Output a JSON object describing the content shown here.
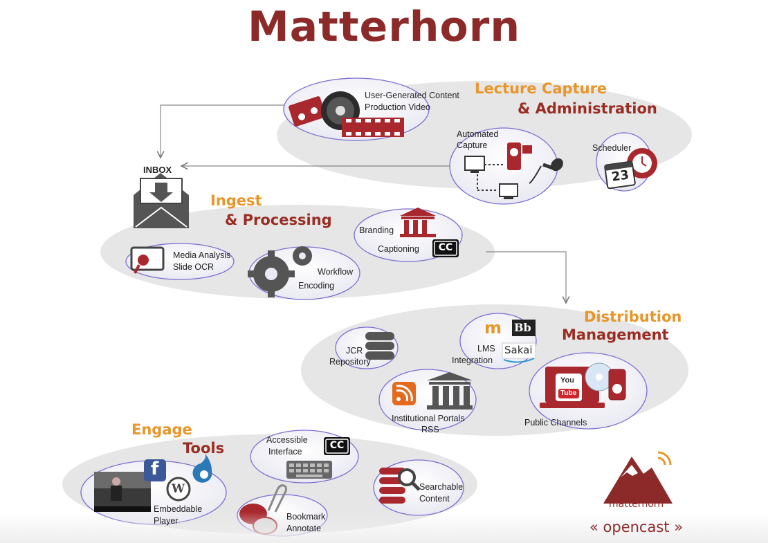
{
  "title": "Matterhorn",
  "sections": {
    "capture": {
      "line1": "Lecture Capture",
      "line2": "& Administration"
    },
    "ingest": {
      "line1": "Ingest",
      "line2": "& Processing"
    },
    "distribution": {
      "line1": "Distribution",
      "line2": "Management"
    },
    "engage": {
      "line1": "Engage",
      "line2": "Tools"
    }
  },
  "capture_items": {
    "ugc_line1": "User-Generated Content",
    "ugc_line2": "Production Video",
    "auto_line1": "Automated",
    "auto_line2": "Capture",
    "scheduler": "Scheduler",
    "calendar_day": "23"
  },
  "inbox": "INBOX",
  "ingest_items": {
    "branding": "Branding",
    "captioning": "Captioning",
    "cc": "CC",
    "media_line1": "Media Analysis",
    "media_line2": "Slide OCR",
    "workflow": "Workflow",
    "encoding": "Encoding"
  },
  "distribution_items": {
    "jcr_line1": "JCR",
    "jcr_line2": "Repository",
    "lms_line1": "LMS",
    "lms_line2": "Integration",
    "moodle": "m",
    "blackboard": "Bb",
    "sakai": "Sakai",
    "portals_line1": "Institutional Portals",
    "portals_line2": "RSS",
    "public": "Public Channels",
    "youtube_top": "You",
    "youtube_bottom": "Tube"
  },
  "engage_items": {
    "access_line1": "Accessible",
    "access_line2": "Interface",
    "cc": "CC",
    "player_line1": "Embeddable",
    "player_line2": "Player",
    "bookmark_line1": "Bookmark",
    "bookmark_line2": "Annotate",
    "search_line1": "Searchable",
    "search_line2": "Content",
    "facebook": "f",
    "wordpress": "W"
  },
  "logo": {
    "matterhorn": "matterhorn",
    "opencast": "« opencast »"
  },
  "colors": {
    "title": "#8c2a2a",
    "orange": "#e8962a",
    "red": "#9a2c22",
    "blob": "#e6e6e6",
    "pill_stroke": "#6a5acd"
  }
}
